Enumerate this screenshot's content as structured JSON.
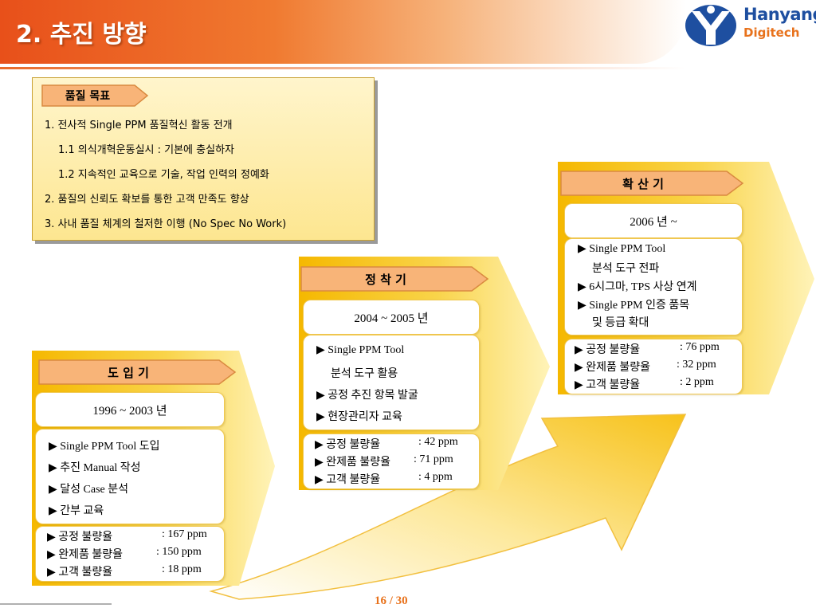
{
  "header": {
    "title": "2. 추진 방향"
  },
  "logo": {
    "line1": "Hanyang",
    "line2": "Digitech",
    "colors": {
      "blue": "#1e4fa0",
      "orange": "#e8721c"
    }
  },
  "goal": {
    "tag": "품질 목표",
    "lines": [
      "1. 전사적 Single PPM 품질혁신 활동 전개",
      "1.1 의식개혁운동실시 : 기본에 충실하자",
      "1.2 지속적인 교육으로 기술, 작업 인력의 정예화",
      "2. 품질의 신뢰도 확보를 통한 고객 만족도 향상",
      "3. 사내 품질 체계의 철저한 이행 (No Spec No Work)"
    ]
  },
  "stages": [
    {
      "tag": "도 입 기",
      "period": "1996 ~ 2003 년",
      "activities": [
        "▶ Single PPM Tool 도입",
        "▶ 추진 Manual 작성",
        "▶ 달성 Case 분석",
        "▶ 간부 교육"
      ],
      "stats": [
        {
          "label": "▶ 공정 불량율",
          "value": ": 167 ppm"
        },
        {
          "label": "▶ 완제품 불량율",
          "value": ": 150 ppm"
        },
        {
          "label": "▶ 고객 불량율",
          "value": ":  18 ppm"
        }
      ]
    },
    {
      "tag": "정 착 기",
      "period": "2004 ~ 2005 년",
      "activities": [
        "▶ Single PPM Tool",
        "분석 도구 활용",
        "▶ 공정 추진 항목 발굴",
        "▶ 현장관리자 교육"
      ],
      "stats": [
        {
          "label": "▶ 공정 불량율",
          "value": ": 42 ppm"
        },
        {
          "label": "▶ 완제품 불량율",
          "value": ": 71 ppm"
        },
        {
          "label": "▶ 고객 불량율",
          "value": ":  4 ppm"
        }
      ]
    },
    {
      "tag": "확 산 기",
      "period": "2006 년 ~",
      "activities": [
        "▶ Single PPM Tool",
        "분석 도구 전파",
        "▶ 6시그마, TPS 사상 연계",
        "▶ Single PPM 인증 품목",
        "및 등급 확대"
      ],
      "stats": [
        {
          "label": "▶ 공정 불량율",
          "value": ": 76 ppm"
        },
        {
          "label": "▶ 완제품 불량율",
          "value": ": 32 ppm"
        },
        {
          "label": "▶ 고객 불량율",
          "value": ":  2 ppm"
        }
      ]
    }
  ],
  "footer": {
    "page": "16 / 30"
  },
  "colors": {
    "accent": "#e8501a",
    "arrow_yellow": "#f7c21b",
    "tag_orange": "#f5a86a"
  }
}
